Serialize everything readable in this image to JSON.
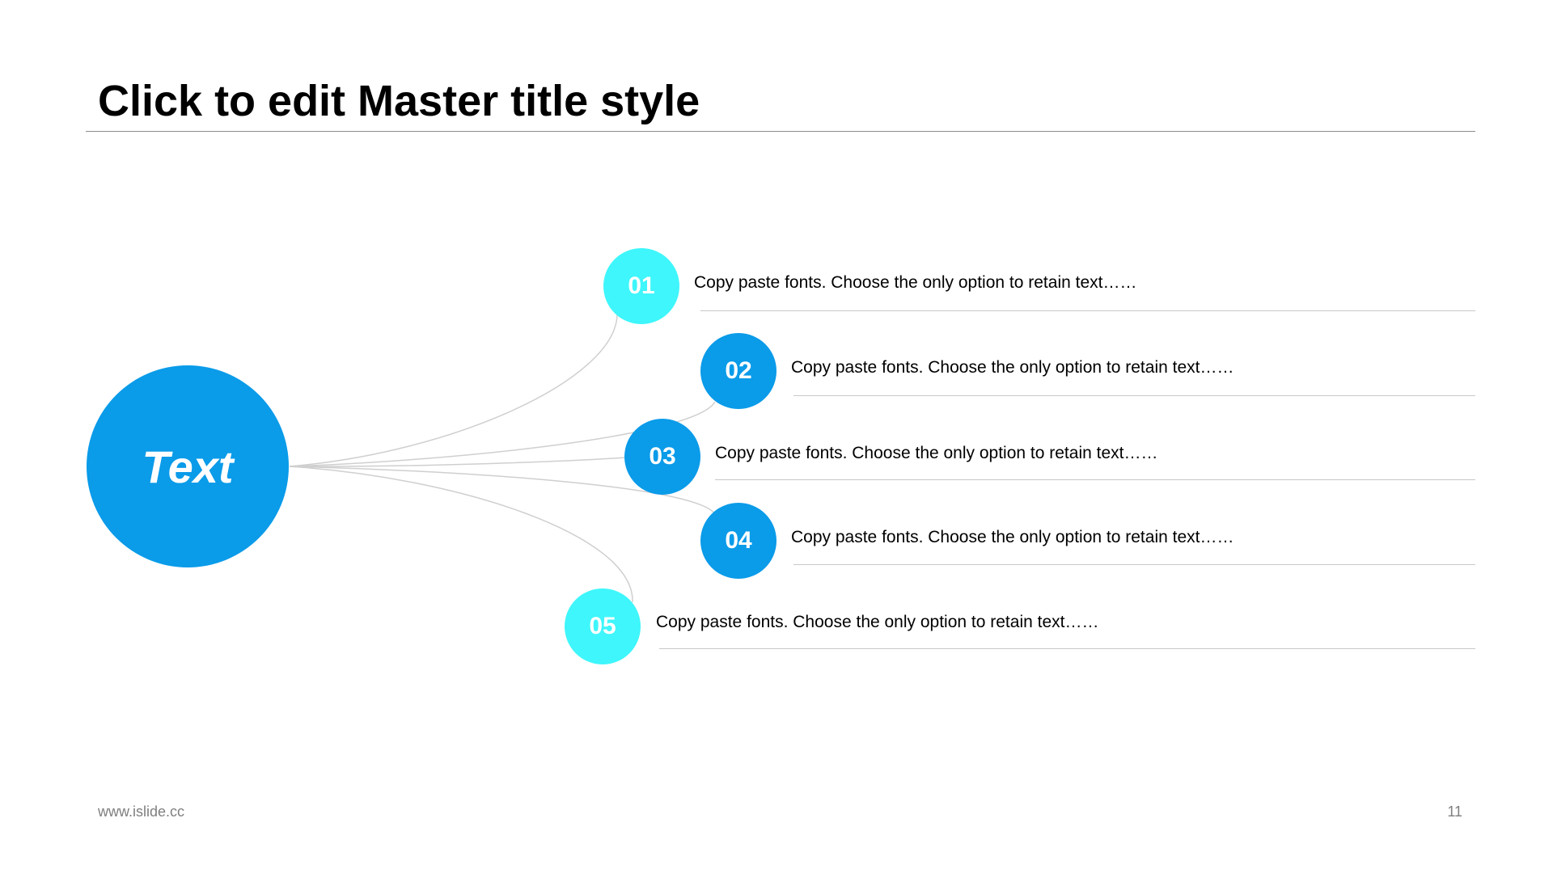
{
  "slide": {
    "title": "Click to edit Master title style",
    "hub": {
      "label": "Text",
      "color": "#0a9be9"
    },
    "items": [
      {
        "number": "01",
        "text": "Copy paste fonts. Choose the only option to retain text……",
        "color": "#3ef6fb"
      },
      {
        "number": "02",
        "text": "Copy paste fonts. Choose the only option to retain text……",
        "color": "#0a9be9"
      },
      {
        "number": "03",
        "text": "Copy paste fonts. Choose the only option to retain text……",
        "color": "#0a9be9"
      },
      {
        "number": "04",
        "text": "Copy paste fonts. Choose the only option to retain text……",
        "color": "#0a9be9"
      },
      {
        "number": "05",
        "text": "Copy paste fonts. Choose the only option to retain text……",
        "color": "#3ef6fb"
      }
    ],
    "footer": {
      "website": "www.islide.cc",
      "page_number": "11"
    },
    "colors": {
      "connector": "#cfcfcf",
      "rule": "#c8c8c8",
      "title_rule": "#8c8c8c"
    }
  }
}
